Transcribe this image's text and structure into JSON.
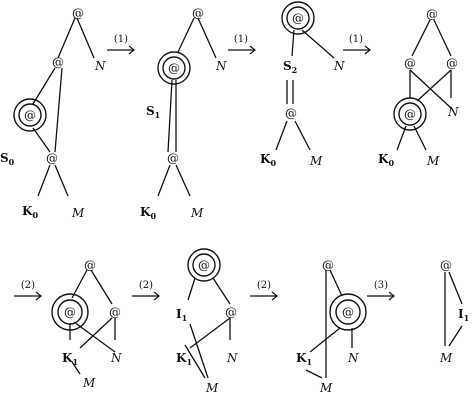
{
  "nodes": {
    "at": "@"
  },
  "labels": {
    "N": "N",
    "M": "M",
    "K": "K",
    "S": "S",
    "I": "I",
    "sub0": "0",
    "sub1": "1",
    "sub2": "2"
  },
  "steps": {
    "s1": "(1)",
    "s2": "(2)",
    "s3": "(3)"
  }
}
